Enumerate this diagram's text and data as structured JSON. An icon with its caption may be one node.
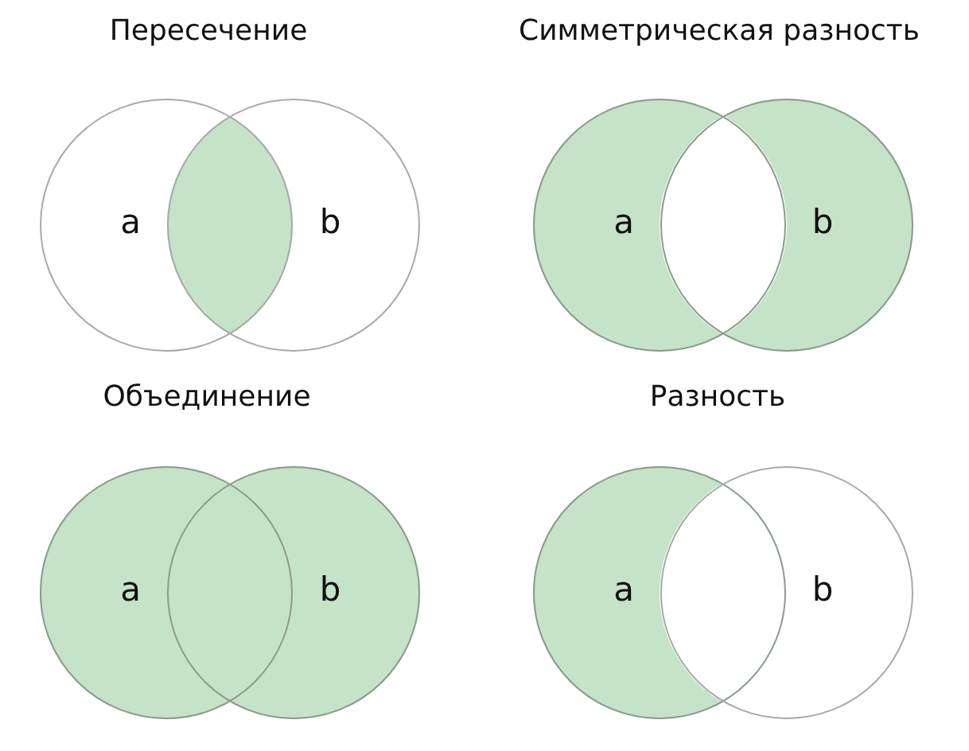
{
  "diagram": {
    "nodes": [
      {
        "text": [
          "a"
        ]
      },
      {
        "text": [
          "b"
        ]
      },
      {
        "text": [
          "a"
        ]
      },
      {
        "text": [
          "b"
        ]
      },
      {
        "text": [
          "a"
        ]
      },
      {
        "text": [
          "b"
        ]
      },
      {
        "text": [
          "a"
        ]
      },
      {
        "text": [
          "b"
        ]
      }
    ],
    "labels": [
      "Пересечение",
      "Симметрическая разность",
      "Объединение",
      "Разность"
    ]
  }
}
